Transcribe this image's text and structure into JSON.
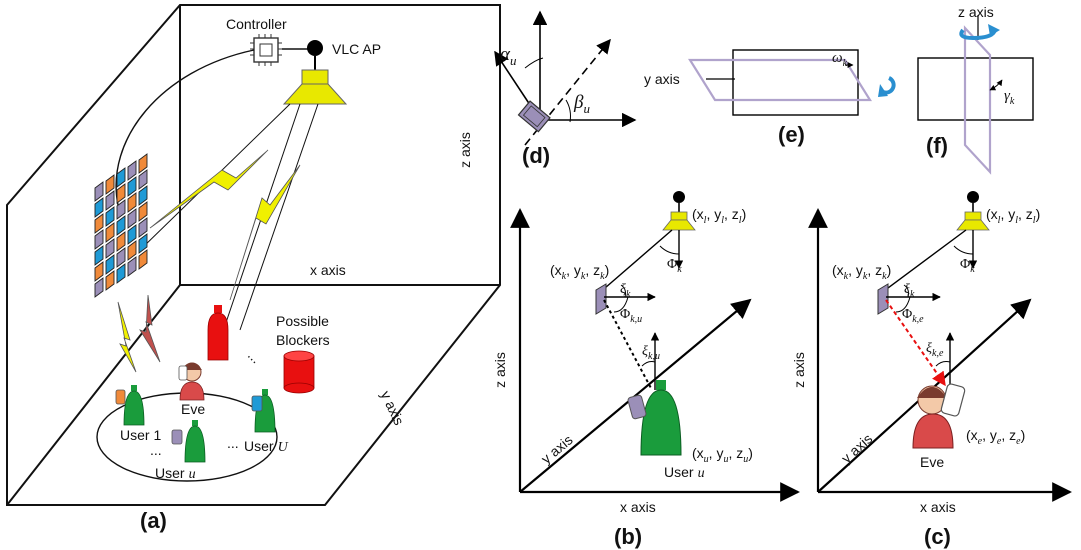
{
  "labels": {
    "controller": "Controller",
    "vlc_ap": "VLC AP",
    "z_axis": "z axis",
    "x_axis": "x axis",
    "y_axis": "y axis",
    "possible": "Possible",
    "blockers": "Blockers",
    "eve": "Eve",
    "user1": "User 1",
    "user_u": "User",
    "user_U": "User",
    "u_small": "u",
    "U_cap": "U",
    "dots": "...",
    "z_axis_e": "z axis"
  },
  "panels": {
    "a": "(a)",
    "b": "(b)",
    "c": "(c)",
    "d": "(d)",
    "e": "(e)",
    "f": "(f)"
  },
  "coords": {
    "ap": "(x",
    "ap_sub": "l",
    "ap_y": ", y",
    "ap_z": ", z",
    "ap_end": ")",
    "ris": "(x",
    "ris_sub": "k",
    "ris_y": ", y",
    "ris_z": ", z",
    "ris_end": ")",
    "user": "(x",
    "user_sub": "u",
    "user_y": ", y",
    "user_z": ", z",
    "eve": "(x",
    "eve_sub": "e",
    "eve_y": ", y",
    "eve_z": ", z"
  },
  "greek": {
    "alpha": "α",
    "beta": "β",
    "omega": "ω",
    "gamma": "γ",
    "Phi": "Φ",
    "xi": "ξ"
  },
  "subs": {
    "u": "u",
    "k": "k",
    "ku": "k,u",
    "ke": "k,e"
  },
  "colors": {
    "ap_yellow": "#e8e800",
    "user_green": "#1a9c3c",
    "blocker_red": "#e81010",
    "eve_red": "#d94a4a",
    "beam_yellow": "#f0f000",
    "beam_red": "#c0504d",
    "ris_purple": "#9b8fb8",
    "ris_blue": "#1f9ad6",
    "ris_orange": "#f08a3a",
    "rotate_blue": "#2a8fd0"
  }
}
